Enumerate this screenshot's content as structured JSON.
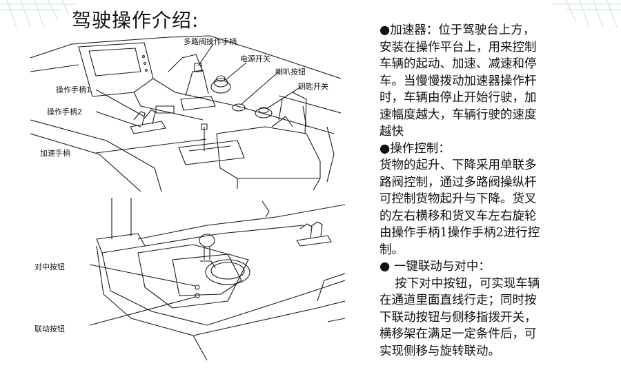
{
  "title": "驾驶操作介绍:",
  "labels": {
    "multi_valve": "多路阀操作手柄",
    "power_switch": "电源开关",
    "horn_button": "喇叭按钮",
    "key_switch": "钥匙开关",
    "handle1": "操作手柄1",
    "handle2": "操作手柄2",
    "accelerator": "加速手柄",
    "center_button": "对中按钮",
    "link_button": "联动按钮"
  },
  "sections": [
    {
      "lines": [
        "●加速器：位于驾驶台上方，",
        "安装在操作平台上，用来控制",
        "车辆的起动、加速、减速和停",
        "车。当慢慢拨动加速器操作杆",
        "时，车辆由停止开始行驶，加",
        "速幅度越大，车辆行驶的速度",
        "越快"
      ]
    },
    {
      "lines": [
        "●操作控制：",
        "货物的起升、下降采用单联多",
        "路阀控制，通过多路阀操纵杆",
        "可控制货物起升与下降。货叉",
        "的左右横移和货叉车左右旋轮",
        "由操作手柄1操作手柄2进行控",
        "制。"
      ]
    },
    {
      "lines": [
        "●  一键联动与对中：",
        "    按下对中按钮，可实现车辆",
        "在通道里面直线行走；同时按",
        "下联动按钮与侧移指拨开关，",
        "横移架在满足一定条件后，可",
        "实现侧移与旋转联动。"
      ]
    }
  ],
  "colors": {
    "accent": "#b9d7ea",
    "line": "#1a1a1a"
  }
}
